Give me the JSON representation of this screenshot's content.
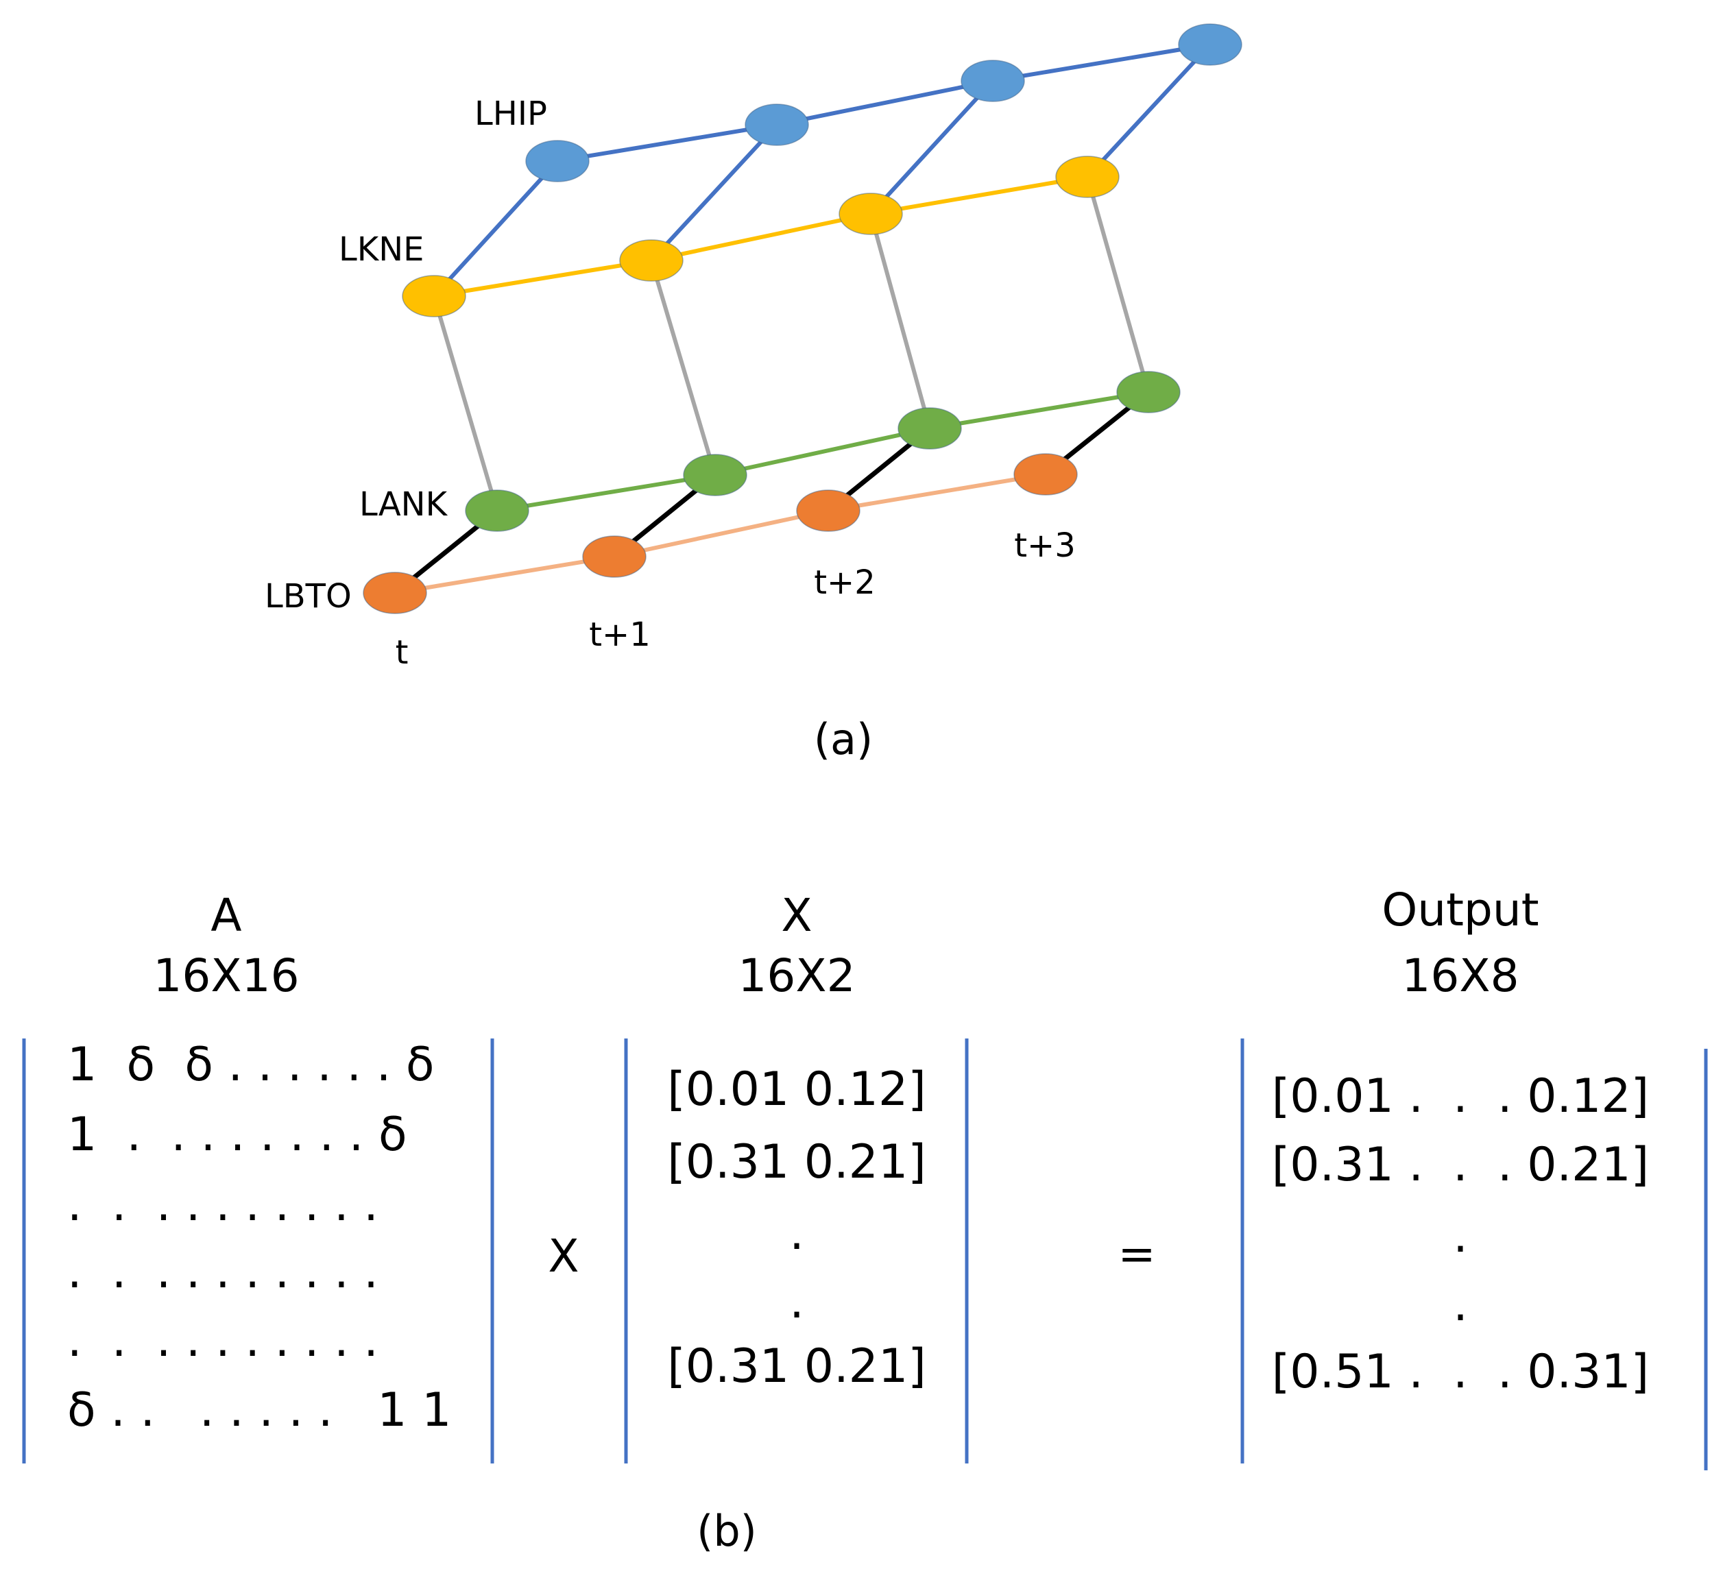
{
  "part_a": {
    "caption": "(a)",
    "rows": [
      {
        "label": "LHIP",
        "color": "#5b9bd5"
      },
      {
        "label": "LKNE",
        "color": "#ffc000"
      },
      {
        "label": "LANK",
        "color": "#70ad47"
      },
      {
        "label": "LBTO",
        "color": "#ed7d31"
      }
    ],
    "time_labels": [
      "t",
      "t+1",
      "t+2",
      "t+3"
    ],
    "edge_colors": {
      "hip_row": "#4472c4",
      "hip_knee": "#4472c4",
      "knee_row": "#ffc000",
      "knee_ankle": "#a6a6a6",
      "ankle_row": "#70ad47",
      "ankle_toe": "#000000",
      "toe_row": "#f4b183"
    }
  },
  "part_b": {
    "caption": "(b)",
    "matrix_a": {
      "name": "A",
      "dim": "16X16",
      "rows": [
        "1  δ  δ . . . . . . δ",
        "1  .  . . . . . . . δ",
        ".  .  . . . . . . . .",
        ".  .  . . . . . . . .",
        ".  .  . . . . . . . .",
        "δ . .   . . . . .   1 1"
      ]
    },
    "times_symbol": "X",
    "matrix_x": {
      "name": "X",
      "dim": "16X2",
      "rows": [
        "[0.01 0.12]",
        "[0.31 0.21]",
        ".",
        ".",
        "[0.31 0.21]"
      ]
    },
    "equals_symbol": "=",
    "matrix_out": {
      "name": "Output",
      "dim": "16X8",
      "rows": [
        "[0.01 .  .  . 0.12]",
        "[0.31 .  .  . 0.21]",
        ".",
        ".",
        "[0.51 .  .  . 0.31]"
      ]
    },
    "bar_color": "#4472c4"
  }
}
